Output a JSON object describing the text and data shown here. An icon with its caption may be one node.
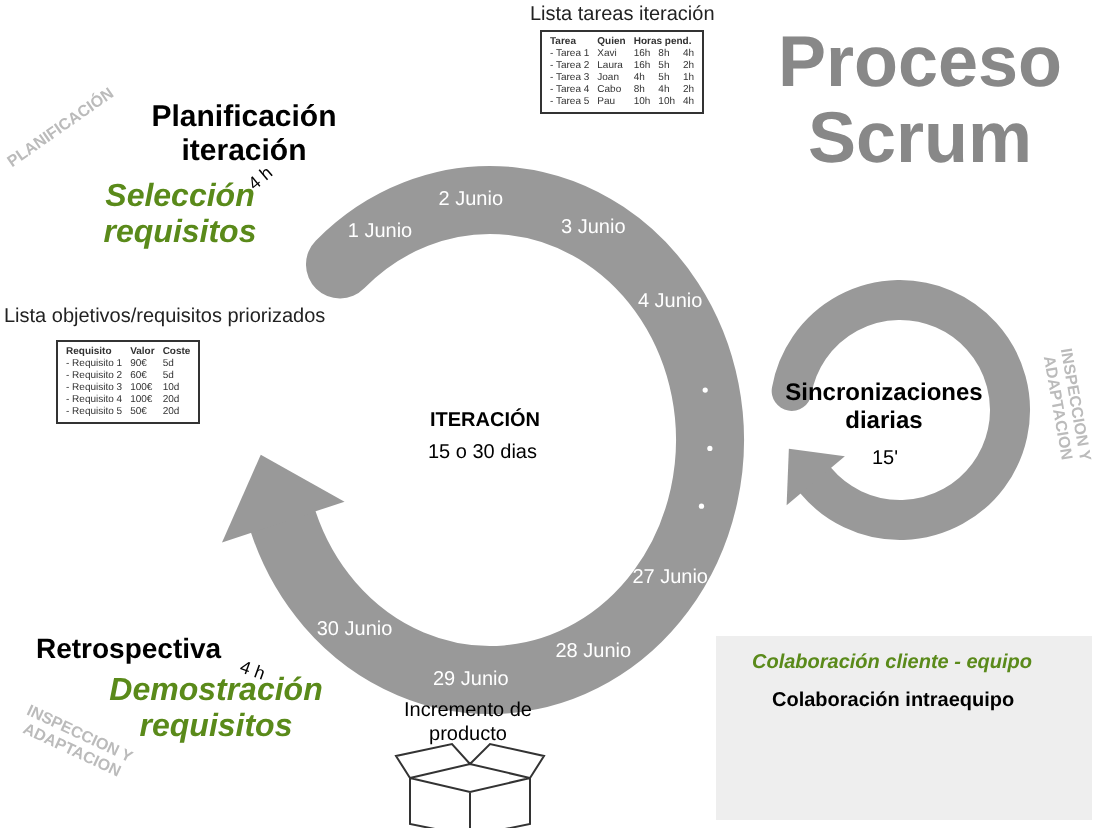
{
  "diagram": {
    "title": "Proceso Scrum",
    "labels": [
      "Lista tareas iteración",
      "Tarea",
      "Quien",
      "Horas pend.",
      "- Tarea 1",
      "Xavi",
      "16h",
      "8h",
      "4h",
      "- Tarea 2",
      "Laura",
      "16h",
      "5h",
      "2h",
      "- Tarea 3",
      "Joan",
      "4h",
      "5h",
      "1h",
      "- Tarea 4",
      "Cabo",
      "8h",
      "4h",
      "2h",
      "- Tarea 5",
      "Pau",
      "10h",
      "10h",
      "4h",
      "PLANIFICACIÓN",
      "Planificación iteración",
      "Selección requisitos",
      "4 h",
      "1 Junio",
      "2 Junio",
      "3 Junio",
      "4 Junio",
      "Lista objetivos/requisitos priorizados",
      "Requisito",
      "Valor",
      "Coste",
      "- Requisito 1",
      "90€",
      "5d",
      "- Requisito 2",
      "60€",
      "5d",
      "- Requisito 3",
      "100€",
      "10d",
      "- Requisito 4",
      "100€",
      "20d",
      "- Requisito 5",
      "50€",
      "20d",
      "Sincronizaciones diarias",
      "15'",
      "INSPECCION Y ADAPTACION",
      "ITERACIÓN",
      "15 o 30 dias",
      "27 Junio",
      "28 Junio",
      "30 Junio",
      "4 h",
      "29 Junio",
      "Retrospectiva",
      "Demostración requisitos",
      "INSPECCION Y ADAPTACION",
      "Incremento de producto",
      "Colaboración cliente - equipo",
      "Colaboración intraequipo"
    ]
  }
}
